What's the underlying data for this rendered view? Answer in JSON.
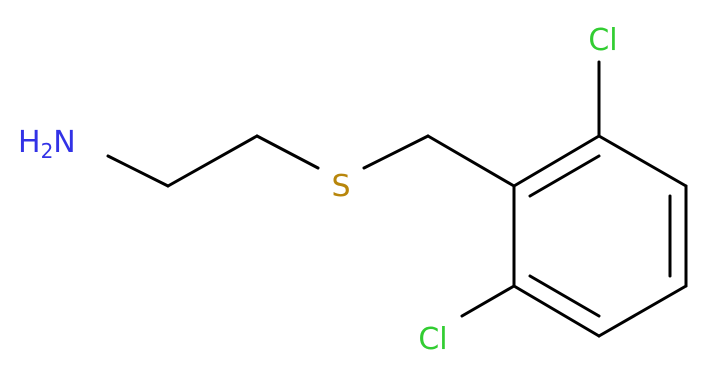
{
  "molecule": {
    "atoms": {
      "amine": {
        "element": "N",
        "hydrogens": "H",
        "hydrogen_count": "2",
        "color": "#3232e6"
      },
      "sulfur": {
        "element": "S",
        "color": "#b8860b"
      },
      "chlorine_top": {
        "element": "Cl",
        "color": "#32cd32"
      },
      "chlorine_bottom": {
        "element": "Cl",
        "color": "#32cd32"
      }
    },
    "bond_color": "#000000"
  }
}
